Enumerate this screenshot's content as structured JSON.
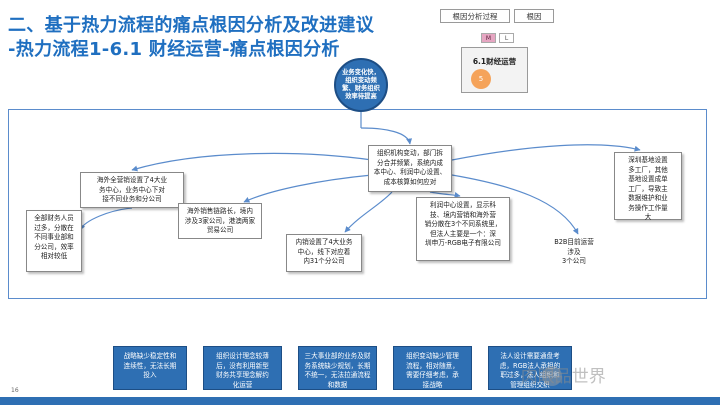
{
  "title": {
    "line1": "二、基于热力流程的痛点根因分析及改进建议",
    "line2": "-热力流程1-6.1 财经运营-痛点根因分析"
  },
  "tags": {
    "tag1": "根因分析过程",
    "tag2": "根因"
  },
  "op_box": {
    "m": "M",
    "l": "L",
    "label": "6.1财经运营",
    "circle": "5"
  },
  "pain_point": "业务变化快，组织变动频繁、财务组织效率待提高",
  "nodes": {
    "center": "组织机构变动，部门拆\n分合并频繁，系统内成\n本中心、利润中心设置、\n成本核算如何应对",
    "left1": "海外全营销设置了4大业\n务中心，业务中心下对\n接不同业务和分公司",
    "left2": "全部财务人员\n过多，分散在\n不同事业部和\n分公司，效率\n相对较低",
    "mid1": "海外销售链路长，境内\n涉及3家公司，港澳两家\n贸易公司",
    "mid2": "内销设置了4大业务\n中心，线下对应着\n内31个分公司",
    "right1": "利润中心设置，显示科\n技、境内营销和海外营\n销分散在3个不同系统里，\n但法人主要是一个：深\n圳申万-RGB电子有限公司",
    "right2": "B2B目前运营涉及\n3个公司",
    "far": "深圳基地设置\n多工厂，其他\n基地设置成单\n工厂，导致主\n数据维护和业\n务操作工作量\n大"
  },
  "bottom": [
    "战略缺少稳定性和\n连续性，无法长期\n投入",
    "组织设计理念较薄\n后，没有利用新型\n财务共享理念解约\n化运营",
    "三大事业部的业务及财\n务系统缺少规划，长期\n不统一，无法拉通流程\n和数据",
    "组织变动缺少管理\n流程，相对随意，\n需要仔细考虑，承\n接战略",
    "法人设计需要通盘考\n虑，RGB法人承担的\n职过多，法人组织和\n管理组织交织"
  ],
  "page_number": "16",
  "watermark": "· 肉眼品世界",
  "colors": {
    "title": "#1f6fc0",
    "accent_blue": "#2e6fb3",
    "frame_blue": "#5b8ccc",
    "m_pink": "#e6a6c2",
    "circle_orange": "#f5a35a"
  }
}
